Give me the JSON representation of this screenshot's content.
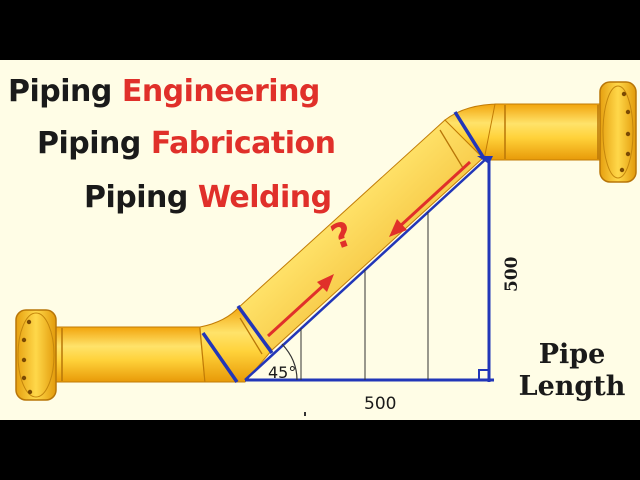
{
  "titles": [
    {
      "w1": "Piping",
      "w2": "Engineering"
    },
    {
      "w1": "Piping",
      "w2": "Fabrication"
    },
    {
      "w1": "Piping",
      "w2": "Welding"
    }
  ],
  "pipe_length": {
    "line1": "Pipe",
    "line2": "Length"
  },
  "dimensions": {
    "horizontal": "500",
    "vertical": "500",
    "angle": "45°"
  },
  "question_mark": "?",
  "colors": {
    "pipe_light": "#ffd84a",
    "pipe_dark": "#f0a810",
    "dimension_blue": "#2236b8",
    "arrow_red": "#e0302a",
    "background": "#fffde6"
  }
}
